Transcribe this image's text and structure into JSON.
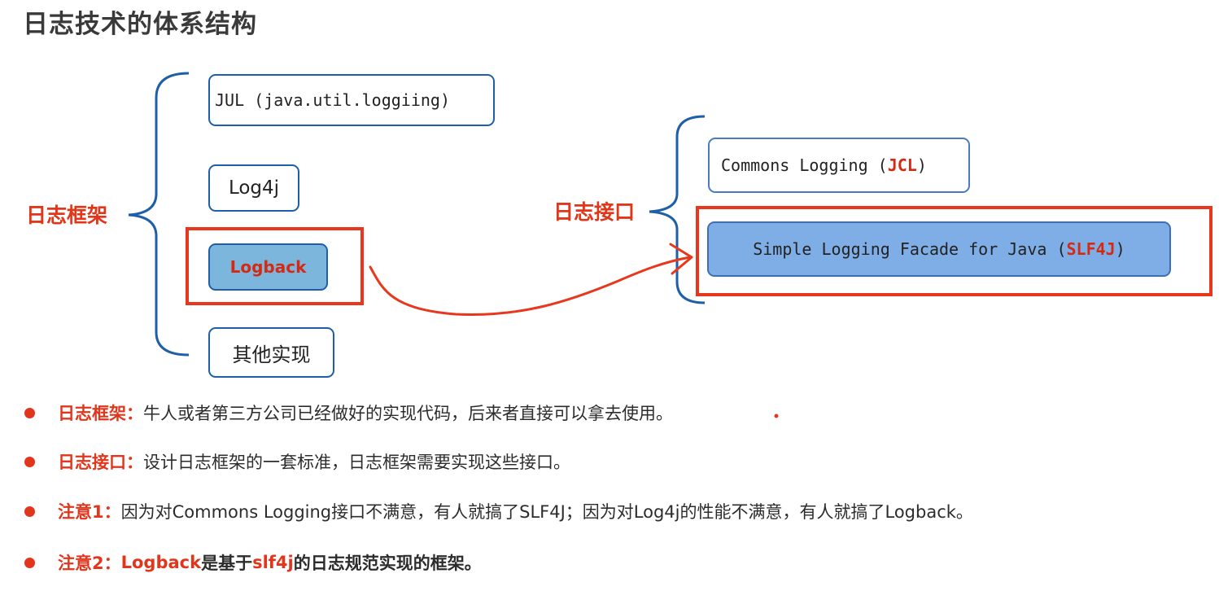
{
  "title": "日志技术的体系结构",
  "framework_label": "日志框架",
  "interface_label": "日志接口",
  "frameworks": {
    "jul": "JUL (java.util.loggiing)",
    "log4j": "Log4j",
    "logback": "Logback",
    "other": "其他实现"
  },
  "interfaces": {
    "jcl_prefix": "Commons Logging (",
    "jcl_abbr": "JCL",
    "jcl_suffix": ")",
    "slf4j_prefix": "Simple Logging Facade for Java (",
    "slf4j_abbr": "SLF4J",
    "slf4j_suffix": ")"
  },
  "bullets": [
    {
      "head": "日志框架：",
      "text": "牛人或者第三方公司已经做好的实现代码，后来者直接可以拿去使用。"
    },
    {
      "head": "日志接口：",
      "text": "设计日志框架的一套标准，日志框架需要实现这些接口。"
    },
    {
      "head": "注意1：",
      "text": "因为对Commons Logging接口不满意，有人就搞了SLF4J；因为对Log4j的性能不满意，有人就搞了Logback。"
    },
    {
      "head": "注意2：",
      "hl1": "Logback",
      "mid1": "是基于",
      "hl2": "slf4j",
      "mid2": "的日志规范实现的框架。"
    }
  ],
  "colors": {
    "accent_red": "#e2361a",
    "box_border_blue": "#1f5fa8",
    "logback_fill": "#7cb6dd",
    "slf4j_fill": "#7faee7"
  }
}
